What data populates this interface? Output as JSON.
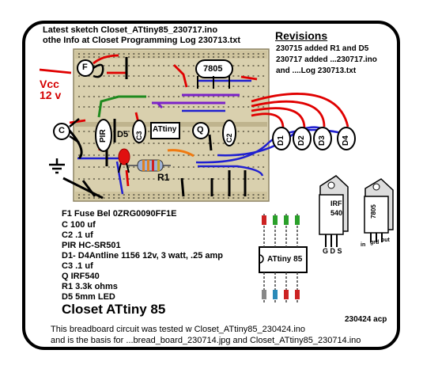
{
  "header": {
    "line1": "Latest sketch Closet_ATtiny85_230717.ino",
    "line2": "othe Info at Closet Programming Log 230713.txt"
  },
  "revisions": {
    "title": "Revisions",
    "lines": [
      "230715 added R1 and D5",
      "230717 added ...230717.ino",
      "and ....Log 230713.txt"
    ]
  },
  "power": {
    "vcc": "Vcc",
    "volts": "12 v"
  },
  "labels": {
    "fuse": "F",
    "closet_c": "C",
    "reg_7805": "7805",
    "pir": "PIR",
    "d5": "D5",
    "c3": "C3",
    "attiny_chip": "ATtiny",
    "q": "Q",
    "c2": "C2",
    "r1": "R1",
    "d1": "D1",
    "d2": "D2",
    "d3": "D3",
    "d4": "D4"
  },
  "parts_list": [
    "F1 Fuse Bel 0ZRG0090FF1E",
    "C  100 uf",
    "C2 .1 uf",
    "PIR  HC-SR501",
    "D1- D4Antline 1156 12v, 3 watt, .25 amp",
    "C3 .1 uf",
    "Q IRF540",
    "R1 3.3k ohms",
    "D5 5mm LED"
  ],
  "project_title": "Closet   ATtiny 85",
  "ic_label": "ATtiny 85",
  "irf": {
    "line1": "IRF",
    "line2": "540",
    "pins": "G D S"
  },
  "reg": {
    "label": "7805",
    "pin_in": "in",
    "pin_grd": "grd",
    "pin_out": "out"
  },
  "date_code": "230424 acp",
  "footer": {
    "line1": "This breadboard circuit was tested w Closet_ATtiny85_230424.ino",
    "line2": "and is the basis for ...bread_board_230714.jpg and Closet_ATtiny85_230714.ino"
  },
  "colors": {
    "breadboard": "#d9d0ae",
    "wire_red": "#e00000",
    "wire_blue": "#2020d0",
    "wire_purple": "#7a22c8",
    "wire_green": "#1f8a1f",
    "wire_orange": "#f07a10",
    "vcc_text": "#d40000"
  }
}
